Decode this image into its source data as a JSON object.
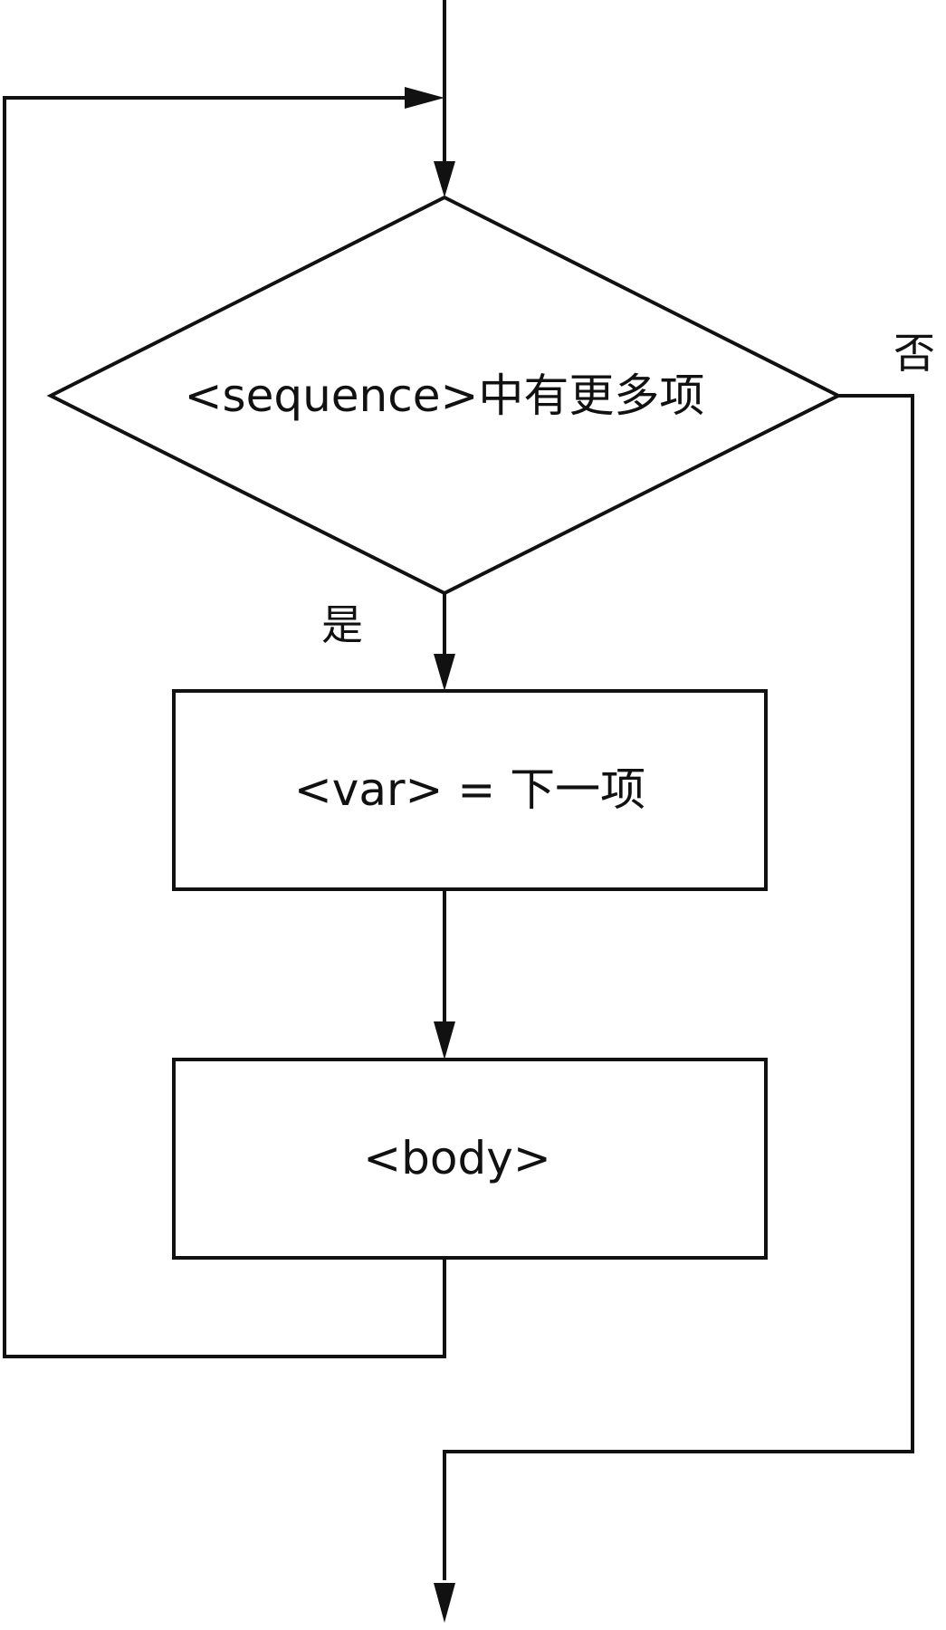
{
  "diagram": {
    "type": "flowchart",
    "decision": {
      "label": "<sequence>中有更多项",
      "yes_label": "是",
      "no_label": "否"
    },
    "steps": [
      {
        "label": "<var> = 下一项"
      },
      {
        "label": "<body>"
      }
    ],
    "colors": {
      "stroke": "#111111",
      "background": "#ffffff"
    }
  }
}
